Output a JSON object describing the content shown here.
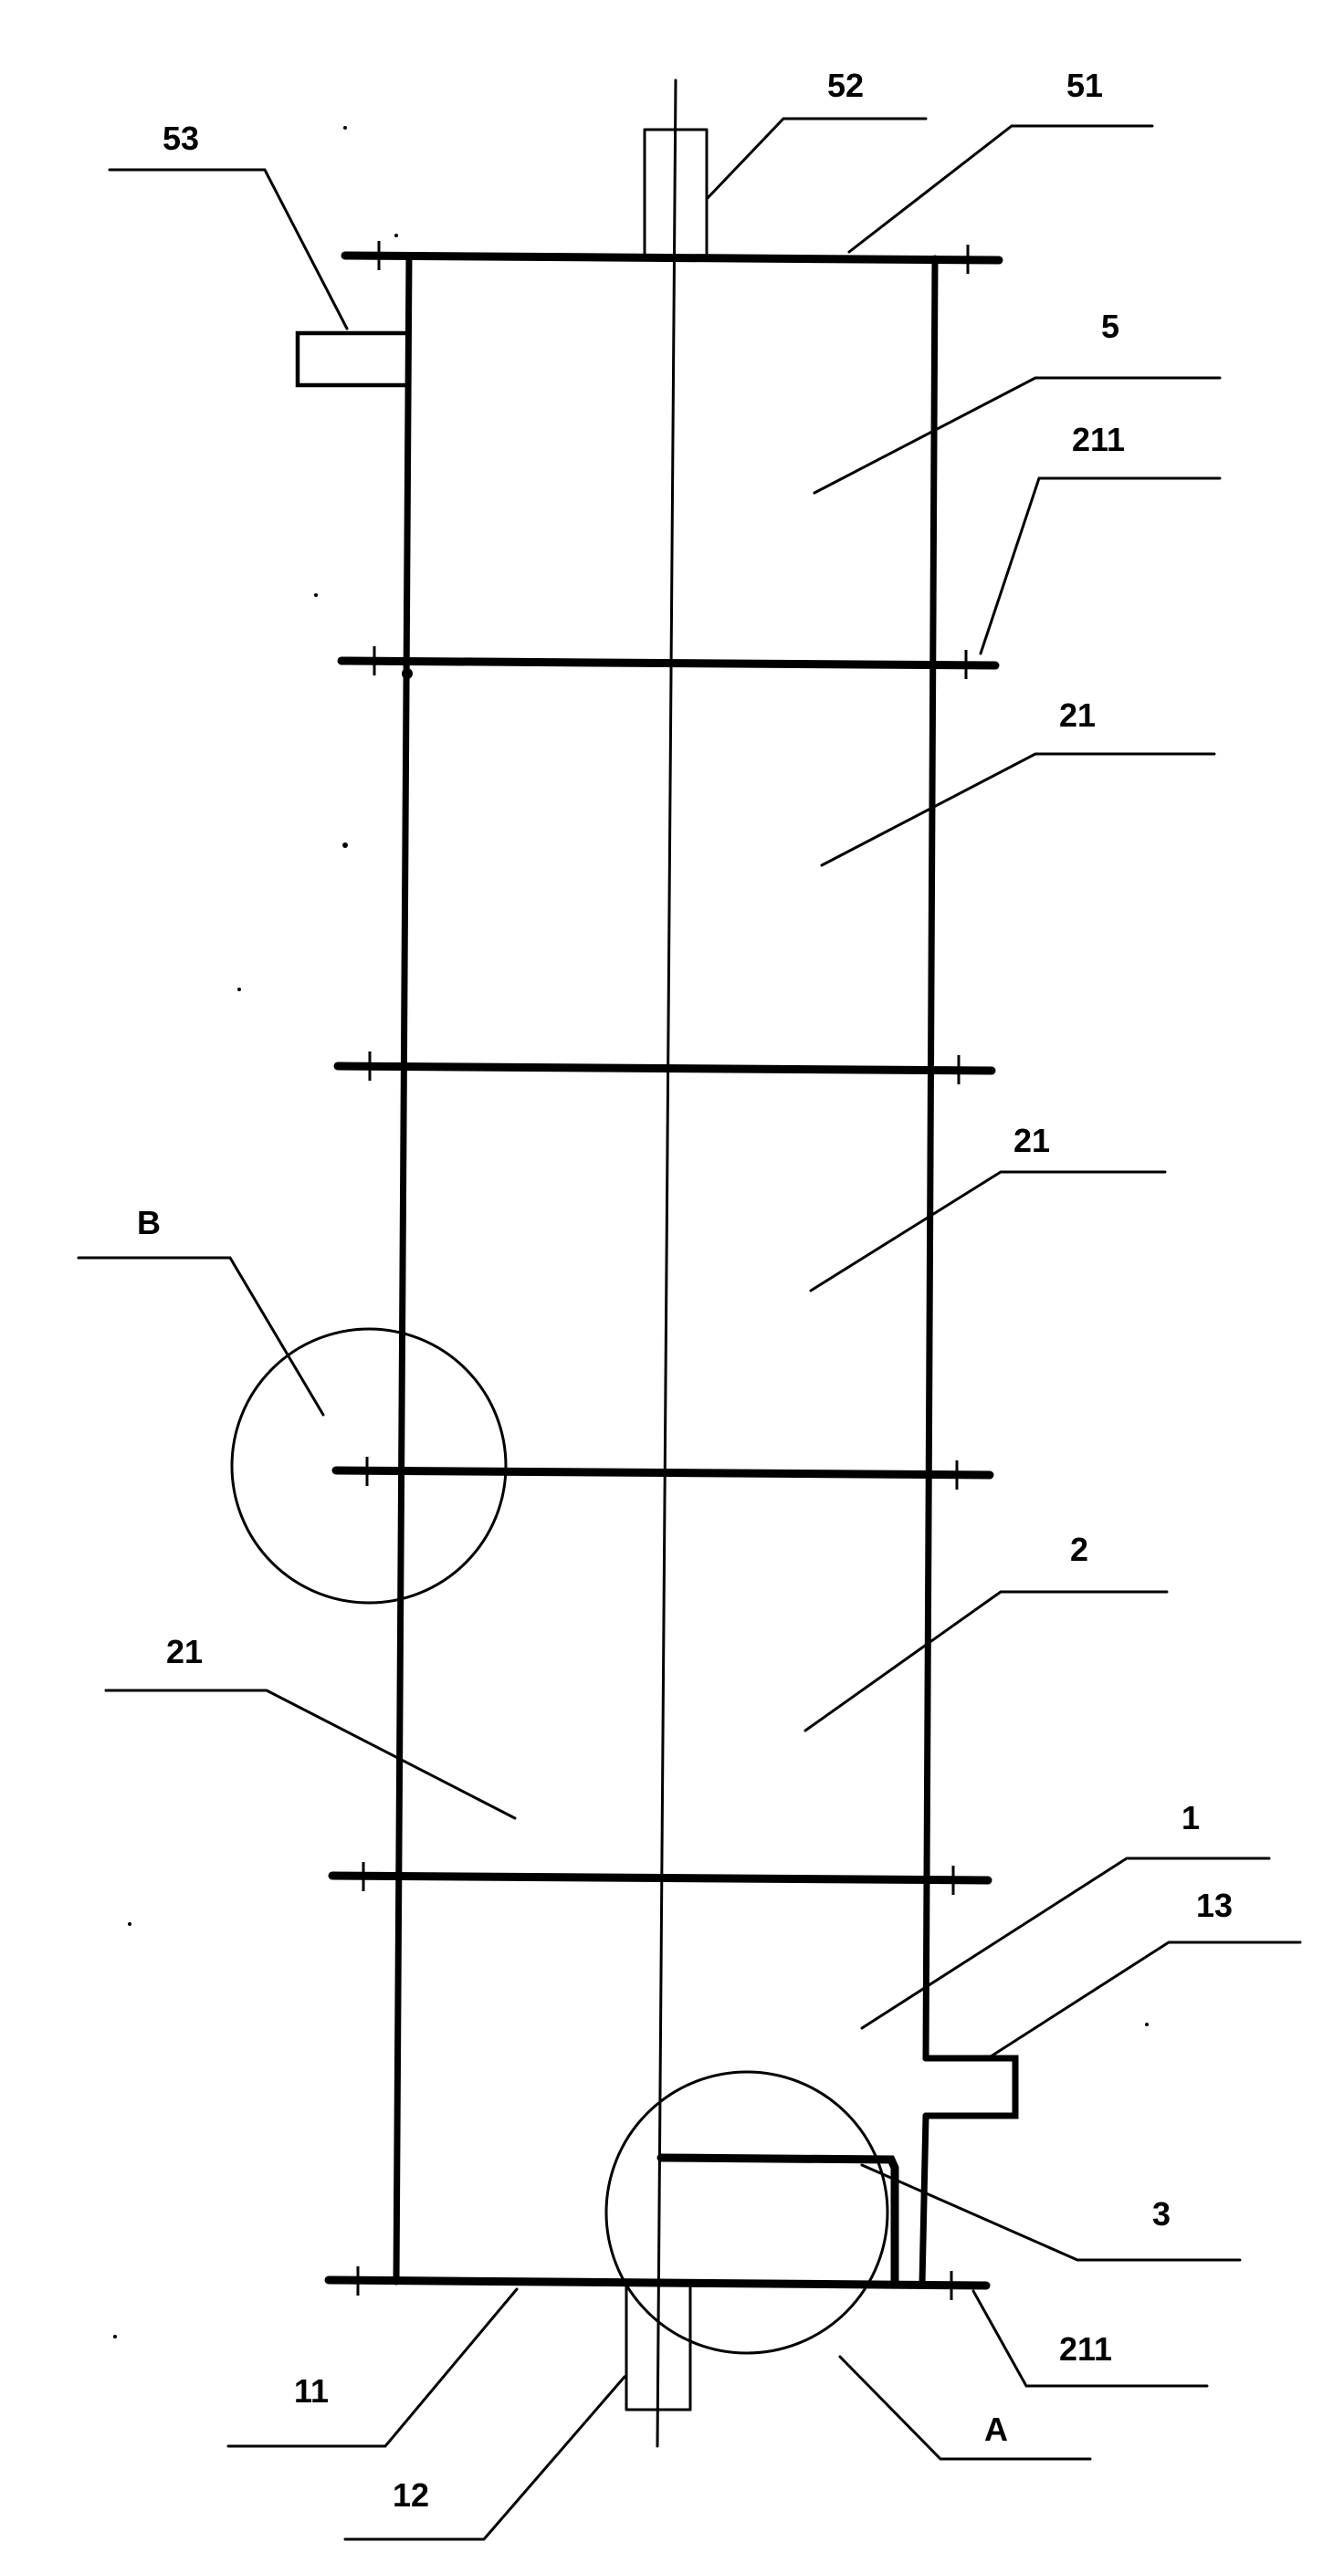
{
  "labels": {
    "l53": "53",
    "l52": "52",
    "l51": "51",
    "l5": "5",
    "l211_top": "211",
    "l21_a": "21",
    "l21_b": "21",
    "lB": "B",
    "l2": "2",
    "l21_c": "21",
    "l1": "1",
    "l13": "13",
    "l3": "3",
    "l211_bottom": "211",
    "l11": "11",
    "l12": "12",
    "lA": "A"
  }
}
